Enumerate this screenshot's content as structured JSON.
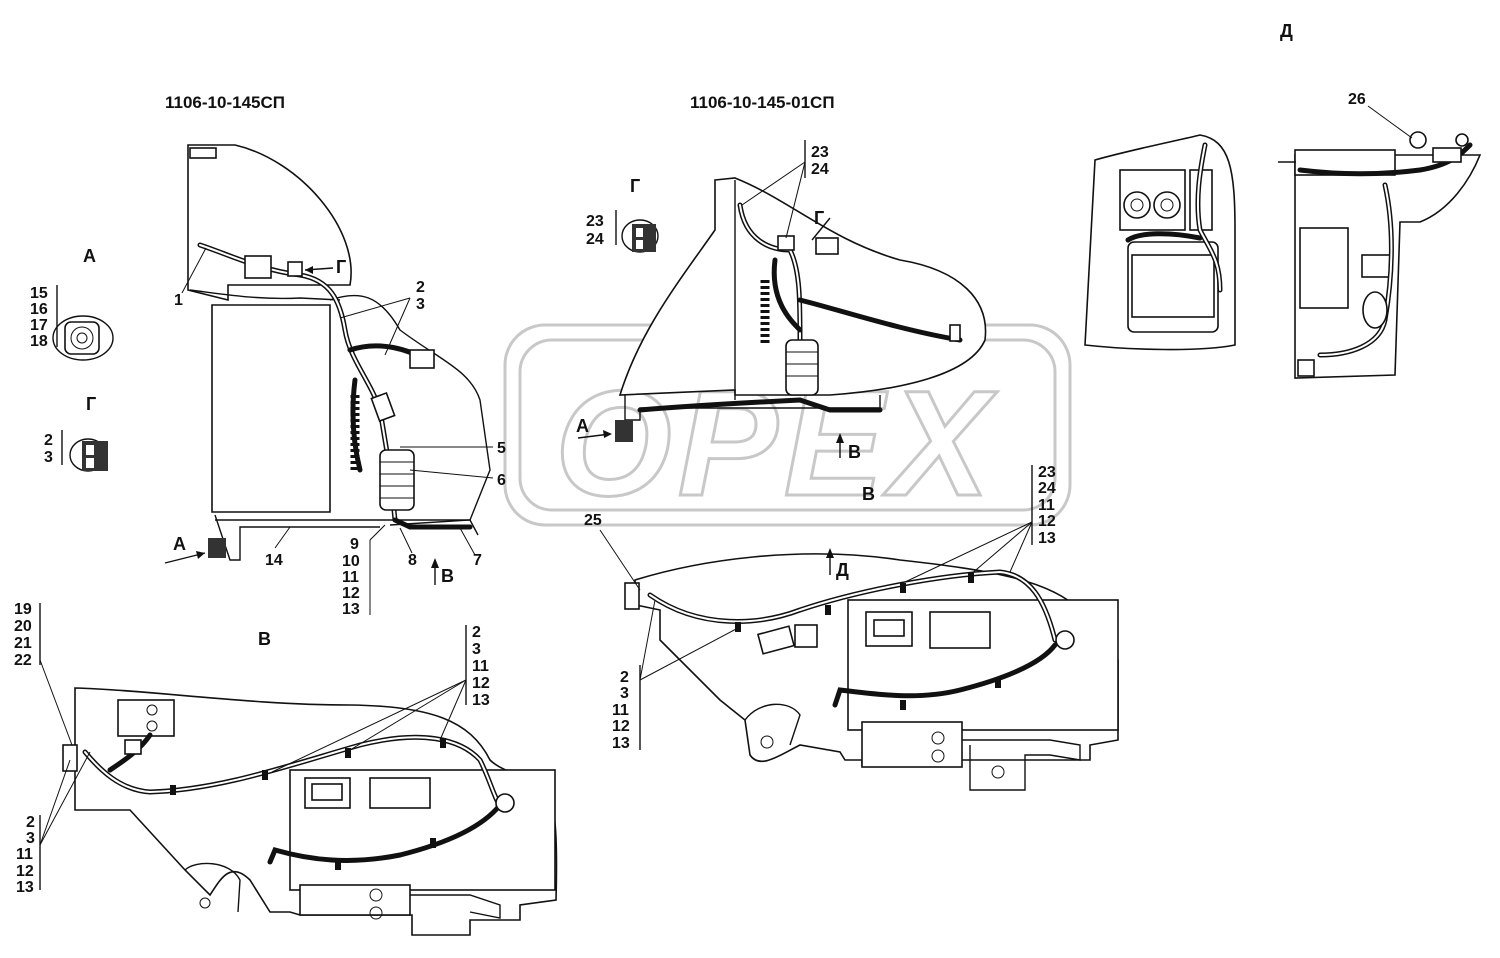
{
  "watermark": {
    "text": "OPEX"
  },
  "titles": {
    "assembly_left": "1106-10-145СП",
    "assembly_right": "1106-10-145-01СП"
  },
  "views": {
    "A": "А",
    "G": "Г",
    "V": "В",
    "D": "Д"
  },
  "callouts": {
    "view_a_parts": [
      "15",
      "16",
      "17",
      "18"
    ],
    "view_g_parts": [
      "2",
      "3"
    ],
    "view_g2_parts": [
      "23",
      "24"
    ],
    "left_part_1": "1",
    "left_parts_2_3": [
      "2",
      "3"
    ],
    "left_part_5": "5",
    "left_part_6": "6",
    "left_part_7": "7",
    "left_part_8": "8",
    "left_part_14": "14",
    "left_bottom_stack": [
      "9",
      "10",
      "11",
      "12",
      "13"
    ],
    "right_top_stack": [
      "23",
      "24"
    ],
    "right_side_stack": [
      "23",
      "24",
      "11",
      "12",
      "13"
    ],
    "right_part_25": "25",
    "right_left_stack": [
      "2",
      "3",
      "11",
      "12",
      "13"
    ],
    "bottom_left_top_stack": [
      "19",
      "20",
      "21",
      "22"
    ],
    "bottom_left_right_stack": [
      "2",
      "3",
      "11",
      "12",
      "13"
    ],
    "bottom_left_left_stack": [
      "2",
      "3",
      "11",
      "12",
      "13"
    ],
    "detail_d_part": "26"
  }
}
